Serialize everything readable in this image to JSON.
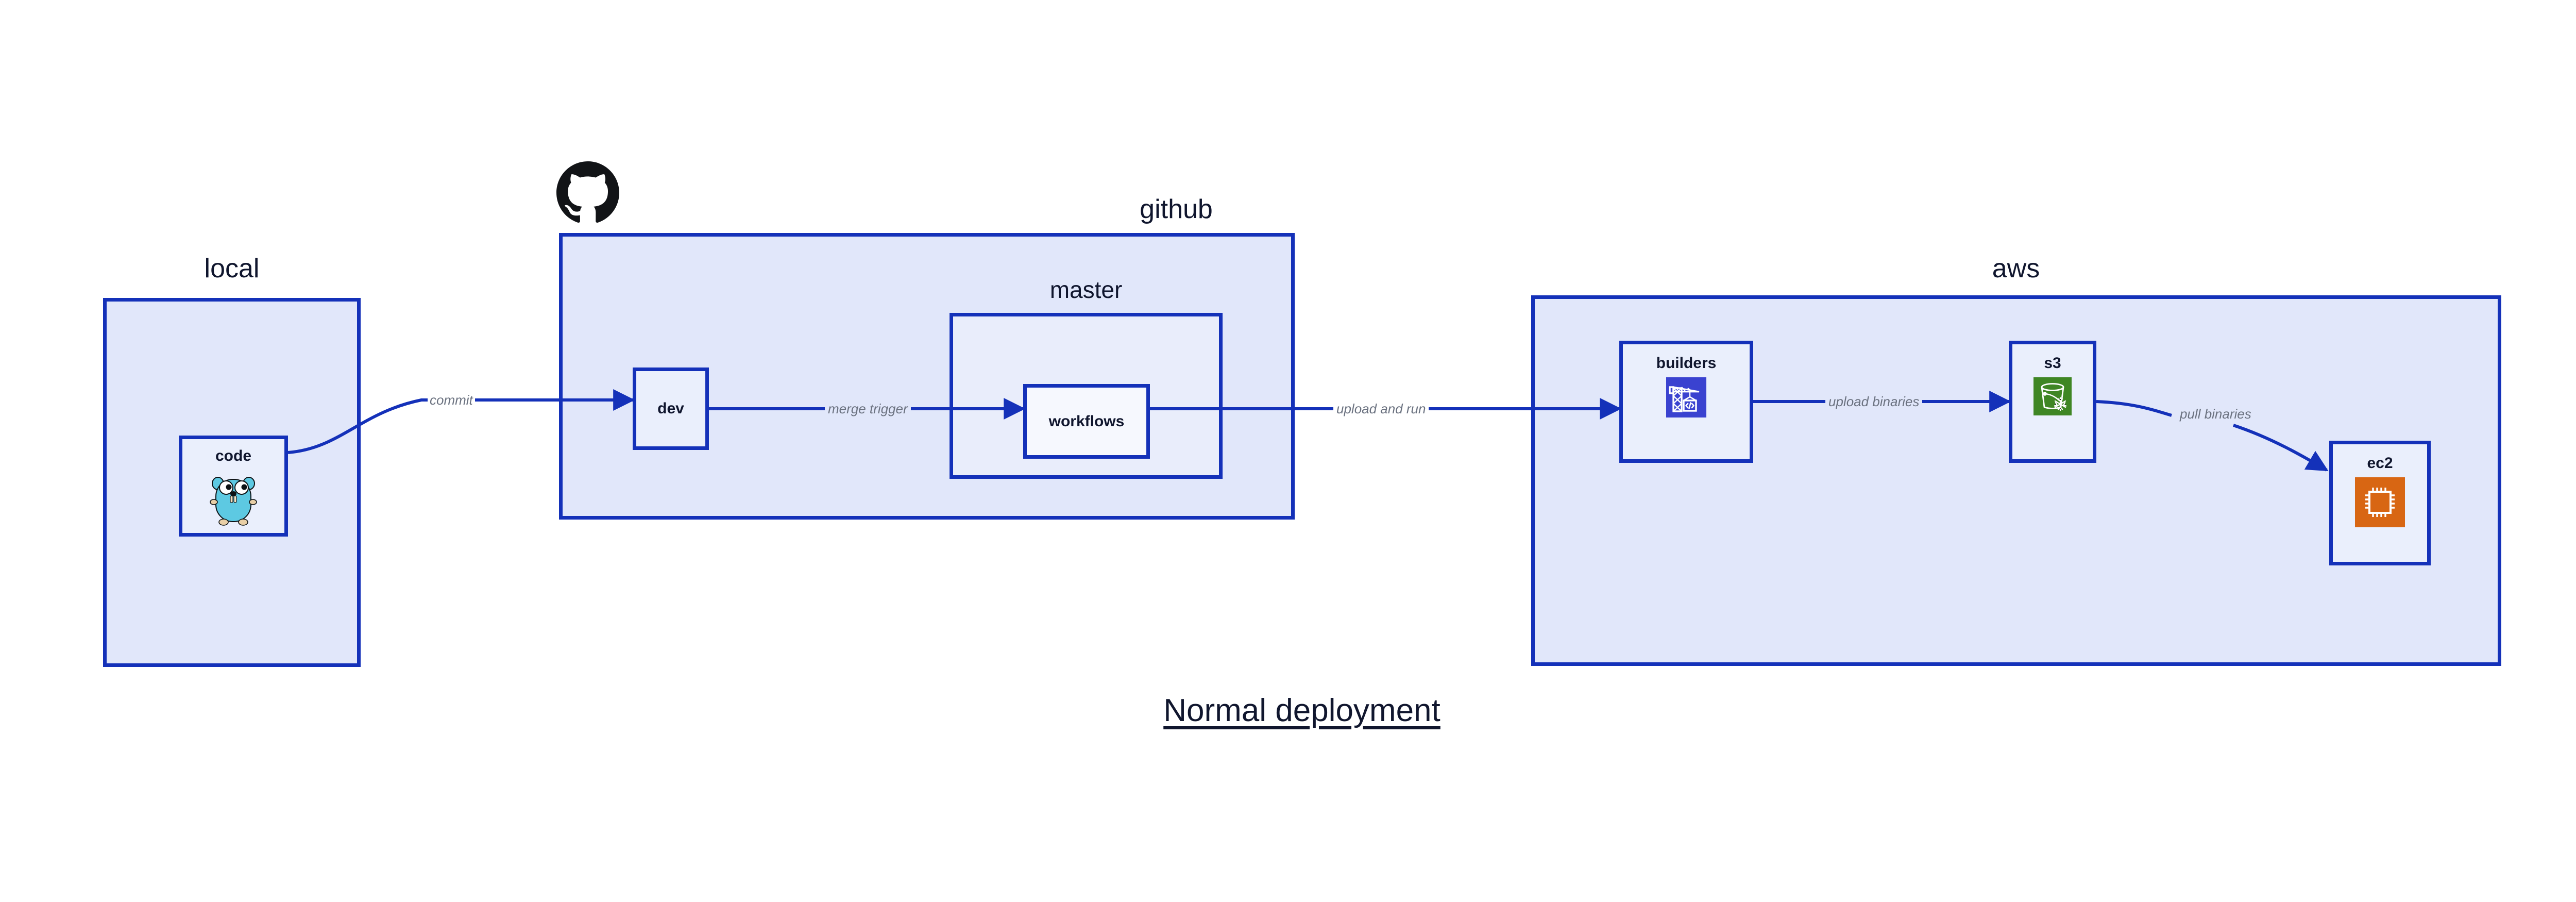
{
  "diagram": {
    "title": "Normal deployment",
    "title_color": "#10162e",
    "border_color": "#1431b9",
    "group_fill": "#e1e7fa",
    "node_fill": "#eaeffc",
    "edge_label_color": "#6b7280",
    "background": "#ffffff"
  },
  "groups": [
    {
      "id": "local",
      "title": "local"
    },
    {
      "id": "github",
      "title": "github"
    },
    {
      "id": "master",
      "title": "master"
    },
    {
      "id": "aws",
      "title": "aws"
    }
  ],
  "nodes": [
    {
      "id": "code",
      "label": "code",
      "icon": "go-gopher-icon",
      "icon_color": "#5dc9e2"
    },
    {
      "id": "dev",
      "label": "dev",
      "icon": null,
      "icon_color": null
    },
    {
      "id": "workflows",
      "label": "workflows",
      "icon": null,
      "icon_color": null
    },
    {
      "id": "builders",
      "label": "builders",
      "icon": "aws-codebuild-icon",
      "icon_color": "#3a42d0"
    },
    {
      "id": "s3",
      "label": "s3",
      "icon": "aws-s3-glacier-icon",
      "icon_color": "#3f8624"
    },
    {
      "id": "ec2",
      "label": "ec2",
      "icon": "aws-ec2-icon",
      "icon_color": "#d86613"
    }
  ],
  "edges": [
    {
      "id": "commit",
      "label": "commit",
      "from": "code",
      "to": "dev"
    },
    {
      "id": "merge-trigger",
      "label": "merge trigger",
      "from": "dev",
      "to": "workflows"
    },
    {
      "id": "upload-run",
      "label": "upload and run",
      "from": "workflows",
      "to": "builders"
    },
    {
      "id": "upload-bin",
      "label": "upload binaries",
      "from": "builders",
      "to": "s3"
    },
    {
      "id": "pull-bin",
      "label": "pull binaries",
      "from": "s3",
      "to": "ec2"
    }
  ],
  "logos": [
    {
      "id": "github-logo",
      "name": "github-octocat-logo",
      "color": "#121417"
    }
  ]
}
